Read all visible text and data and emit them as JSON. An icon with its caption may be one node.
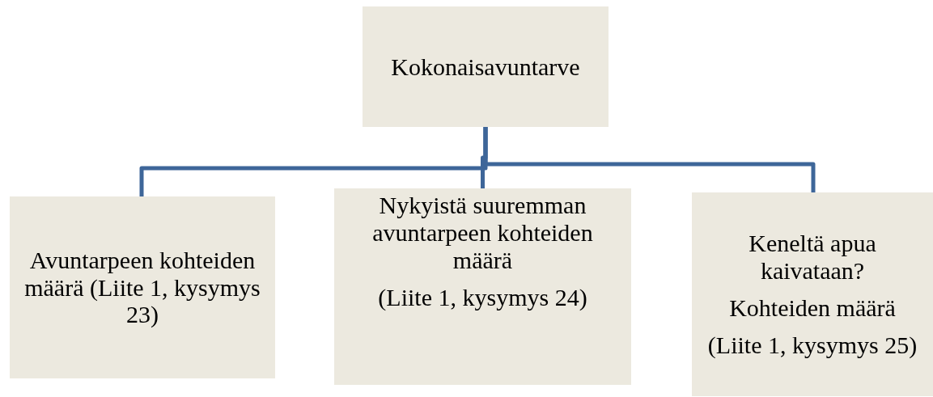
{
  "diagram": {
    "nodes": [
      {
        "text": [
          "Kokonaisavuntarve"
        ]
      },
      {
        "text": [
          "Avuntarpeen kohteiden määrä (Liite 1, kysymys 23)"
        ]
      },
      {
        "text": [
          "Nykyistä suuremman avuntarpeen kohteiden määrä",
          "(Liite 1, kysymys 24)"
        ]
      },
      {
        "text": [
          "Keneltä apua kaivataan?",
          "Kohteiden määrä",
          "(Liite 1, kysymys 25)"
        ]
      }
    ],
    "edges": [
      {
        "from": 0,
        "to": 1,
        "arrow": "none"
      },
      {
        "from": 0,
        "to": 2,
        "arrow": "none"
      },
      {
        "from": 0,
        "to": 3,
        "arrow": "none"
      }
    ]
  }
}
